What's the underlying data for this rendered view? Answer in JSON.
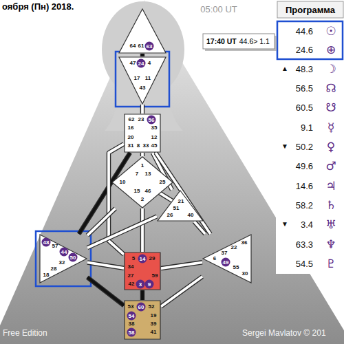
{
  "diagram": {
    "title": "оября (Пн) 2018.",
    "nodes": [
      {
        "text": [
          "64",
          "61",
          "63"
        ]
      },
      {
        "text": [
          "47",
          "24",
          "4",
          "17",
          "11",
          "43"
        ]
      },
      {
        "text": [
          "62",
          "23",
          "56",
          "16",
          "35",
          "20",
          "12",
          "31",
          "8",
          "33",
          "45"
        ]
      },
      {
        "text": [
          "1",
          "7",
          "13",
          "10",
          "25",
          "15",
          "46",
          "2"
        ]
      },
      {
        "text": [
          "21",
          "51",
          "26",
          "40"
        ]
      },
      {
        "text": [
          "48",
          "57",
          "44",
          "50",
          "32",
          "28",
          "18"
        ]
      },
      {
        "text": [
          "36",
          "22",
          "37",
          "6",
          "49",
          "55",
          "30"
        ]
      },
      {
        "text": [
          "5",
          "14",
          "29",
          "34",
          "27",
          "59",
          "42",
          "3",
          "9"
        ]
      },
      {
        "text": [
          "53",
          "60",
          "52",
          "54",
          "19",
          "38",
          "39",
          "58",
          "41"
        ]
      }
    ],
    "edges": [
      {
        "from": 0,
        "to": 1,
        "arrow": "none"
      },
      {
        "from": 1,
        "to": 2,
        "arrow": "none"
      },
      {
        "from": 2,
        "to": 3,
        "arrow": "none"
      },
      {
        "from": 2,
        "to": 4,
        "arrow": "none"
      },
      {
        "from": 2,
        "to": 5,
        "arrow": "none"
      },
      {
        "from": 2,
        "to": 6,
        "arrow": "none"
      },
      {
        "from": 2,
        "to": 7,
        "arrow": "none"
      },
      {
        "from": 3,
        "to": 4,
        "arrow": "none"
      },
      {
        "from": 3,
        "to": 5,
        "arrow": "none"
      },
      {
        "from": 3,
        "to": 7,
        "arrow": "none"
      },
      {
        "from": 4,
        "to": 5,
        "arrow": "none"
      },
      {
        "from": 4,
        "to": 6,
        "arrow": "none"
      },
      {
        "from": 5,
        "to": 7,
        "arrow": "none"
      },
      {
        "from": 5,
        "to": 8,
        "arrow": "none"
      },
      {
        "from": 6,
        "to": 7,
        "arrow": "none"
      },
      {
        "from": 6,
        "to": 8,
        "arrow": "none"
      },
      {
        "from": 7,
        "to": 8,
        "arrow": "none"
      }
    ],
    "labels": [
      "05:00 UT",
      "Программа",
      "17:40 UT",
      "44.6> 1.1",
      "44.6",
      "☉",
      "24.6",
      "⊕",
      "▲",
      "48.3",
      "☽",
      "56.5",
      "☊",
      "60.5",
      "☋",
      "9.1",
      "☿",
      "▼",
      "50.2",
      "♀",
      "49.6",
      "♂",
      "14.6",
      "♃",
      "58.2",
      "♄",
      "▼",
      "3.4",
      "♅",
      "63.3",
      "♆",
      "54.5",
      "♇",
      "Free Edition",
      "Sergei Mavlatov © 201"
    ]
  }
}
